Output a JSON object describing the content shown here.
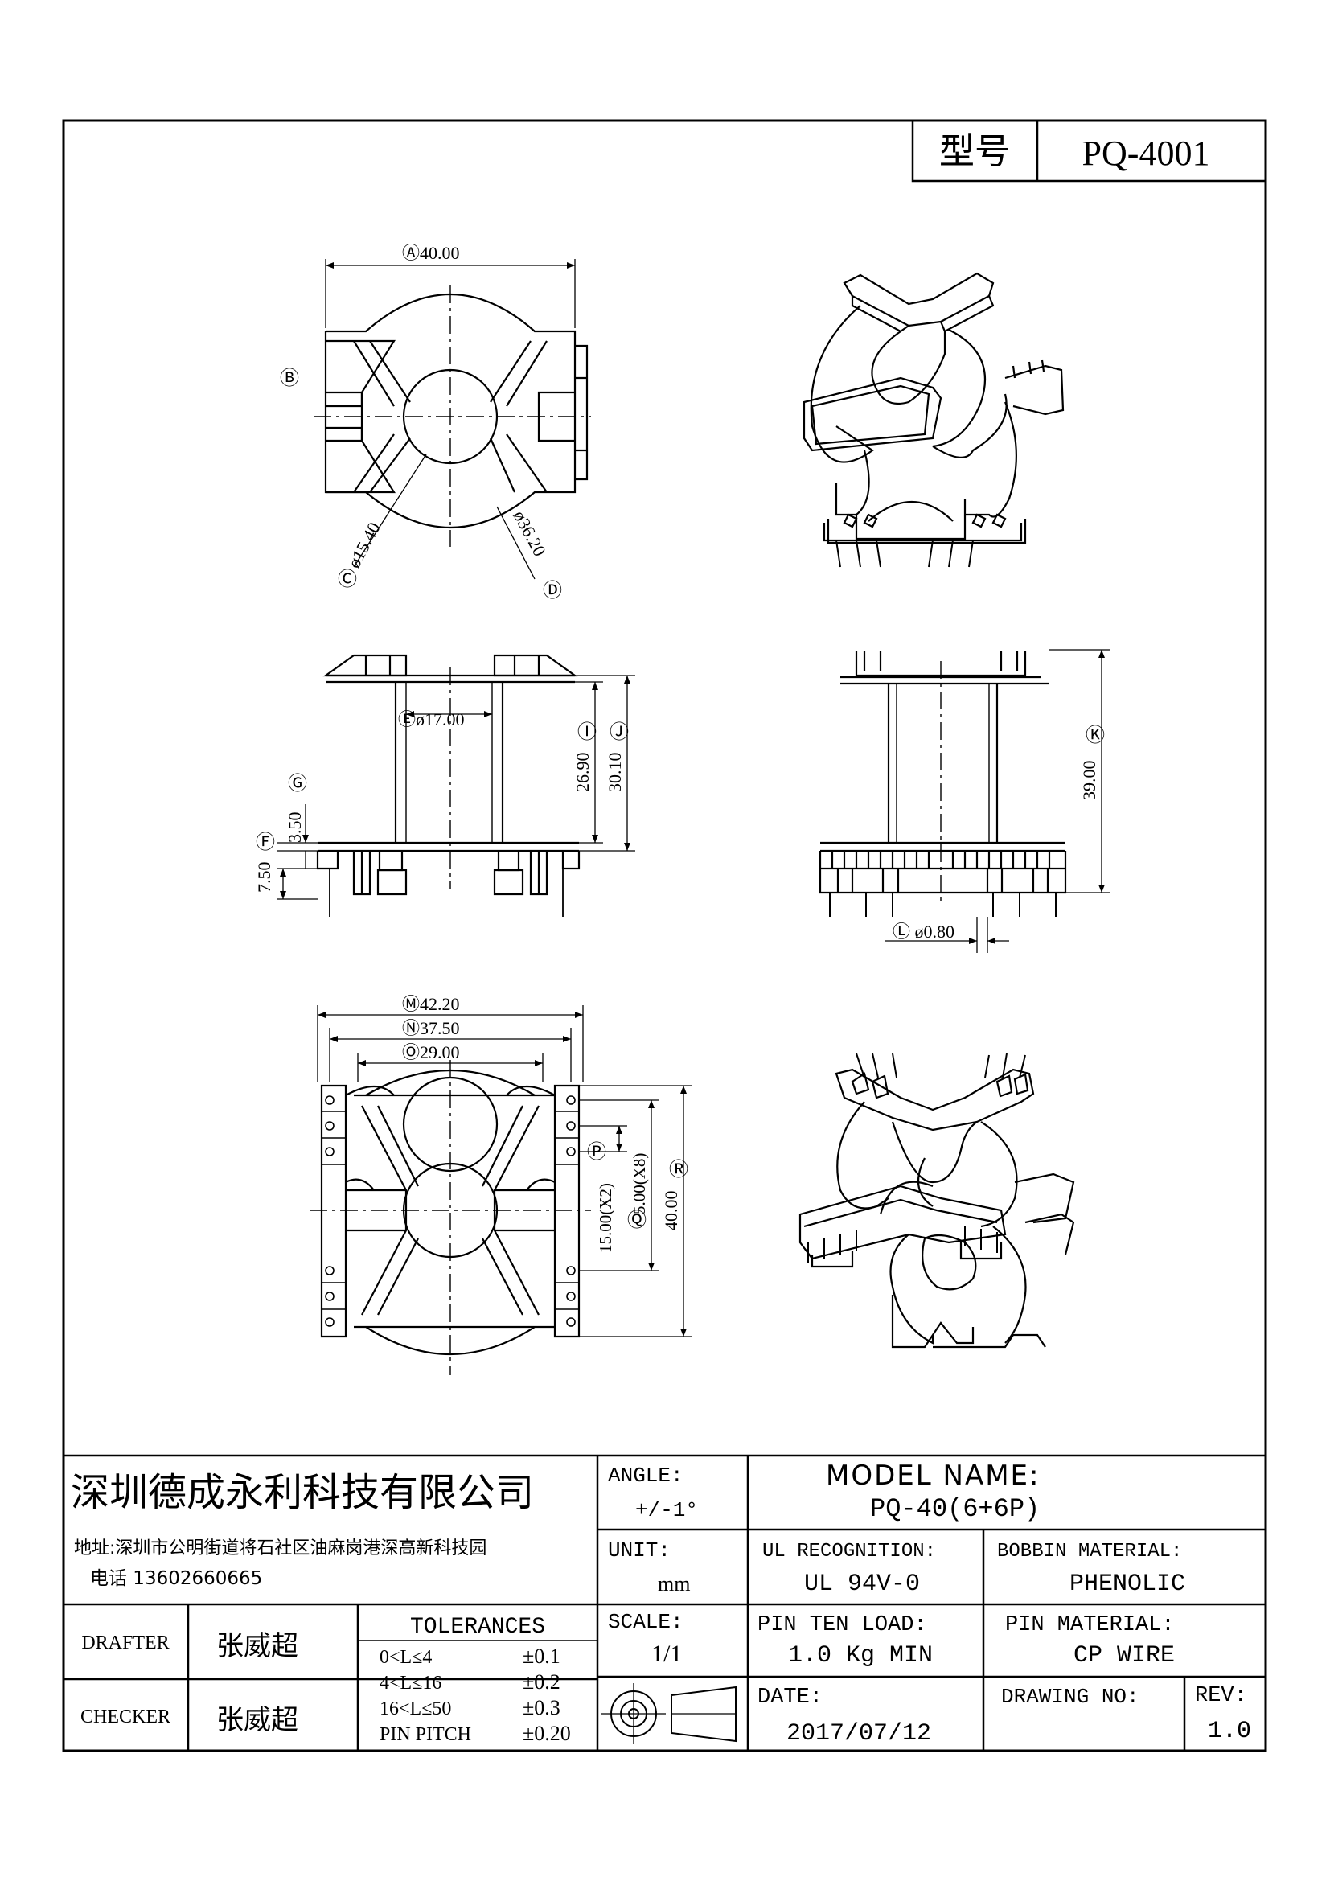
{
  "model_box": {
    "label": "型号",
    "value": "PQ-4001"
  },
  "dimensions": {
    "A": "Ⓐ40.00",
    "B": "Ⓑ",
    "C_marker": "Ⓒ",
    "C_value": "ø15.40",
    "D_marker": "Ⓓ",
    "D_value": "ø36.20",
    "E": "Ⓔø17.00",
    "F_marker": "Ⓕ",
    "F_value": "7.50",
    "G_marker": "Ⓖ",
    "G_value": "3.50",
    "I_value": "26.90",
    "I_marker": "Ⓘ",
    "J_value": "30.10",
    "J_marker": "Ⓙ",
    "K_value": "39.00",
    "K_marker": "Ⓚ",
    "L": "Ⓛ ø0.80",
    "M": "Ⓜ42.20",
    "N": "Ⓝ37.50",
    "O": "Ⓞ29.00",
    "P_value": "15.00(X2)",
    "P_marker": "Ⓟ",
    "Q_value": "5.00(X8)",
    "Q_marker": "Ⓠ",
    "R_value": "40.00",
    "R_marker": "Ⓡ"
  },
  "title_block": {
    "company": "深圳德成永利科技有限公司",
    "address": "地址:深圳市公明街道将石社区油麻岗港深高新科技园",
    "phone": "电话 13602660665",
    "drafter_label": "DRAFTER",
    "drafter_name": "张威超",
    "checker_label": "CHECKER",
    "checker_name": "张威超",
    "tolerances_title": "TOLERANCES",
    "tolerances": [
      {
        "range": "0<L≤4",
        "value": "±0.1"
      },
      {
        "range": "4<L≤16",
        "value": "±0.2"
      },
      {
        "range": "16<L≤50",
        "value": "±0.3"
      },
      {
        "range": "PIN PITCH",
        "value": "±0.20"
      }
    ],
    "angle_label": "ANGLE:",
    "angle_value": "+/-1°",
    "unit_label": "UNIT:",
    "unit_value": "mm",
    "scale_label": "SCALE:",
    "scale_value": "1/1",
    "model_name_label": "MODEL NAME:",
    "model_name_value": "PQ-40(6+6P)",
    "ul_label": "UL RECOGNITION:",
    "ul_value": "UL 94V-0",
    "bobbin_label": "BOBBIN MATERIAL:",
    "bobbin_value": "PHENOLIC",
    "pin_load_label": "PIN TEN LOAD:",
    "pin_load_value": "1.0 Kg MIN",
    "pin_material_label": "PIN MATERIAL:",
    "pin_material_value": "CP WIRE",
    "date_label": "DATE:",
    "date_value": "2017/07/12",
    "drawing_no_label": "DRAWING NO:",
    "drawing_no_value": "",
    "rev_label": "REV:",
    "rev_value": "1.0"
  }
}
